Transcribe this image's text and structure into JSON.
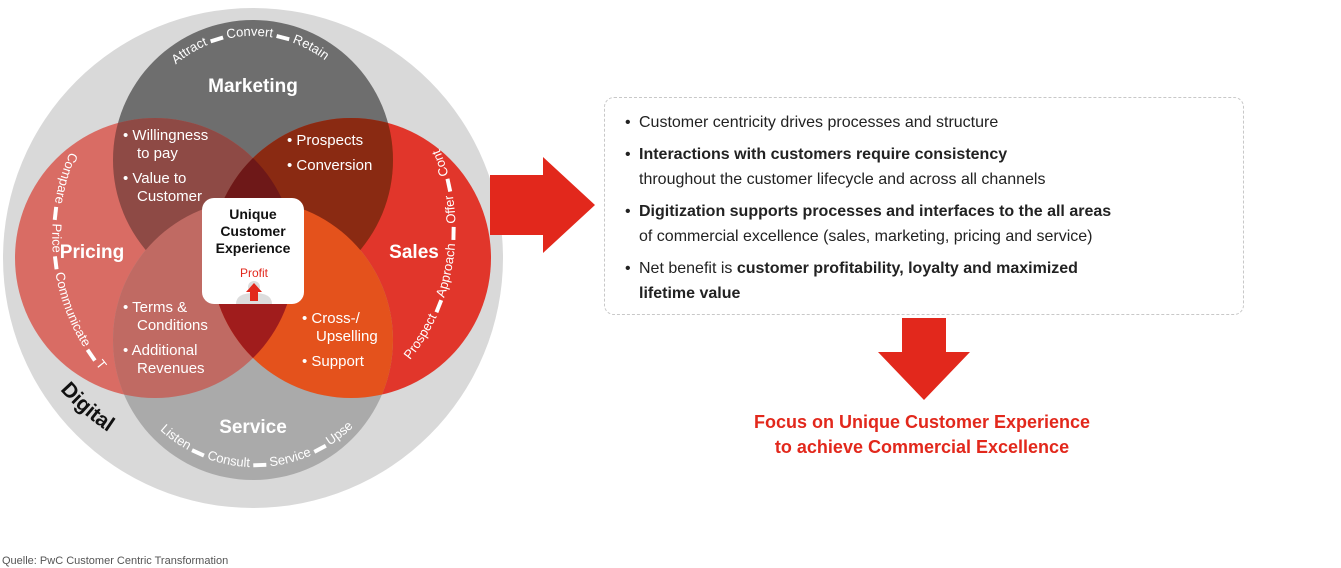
{
  "diagram": {
    "outer_label": "Digital",
    "center": {
      "title_lines": [
        "Unique",
        "Customer",
        "Experience"
      ],
      "sub": "Profit"
    },
    "marketing": {
      "title": "Marketing",
      "steps": [
        "Attract",
        "Convert",
        "Retain"
      ]
    },
    "pricing": {
      "title": "Pricing",
      "steps": [
        "Compare",
        "Price",
        "Communicate",
        "Track"
      ]
    },
    "sales": {
      "title": "Sales",
      "steps": [
        "Prospect",
        "Approach",
        "Offer",
        "Contract"
      ]
    },
    "service": {
      "title": "Service",
      "steps": [
        "Listen",
        "Consult",
        "Service",
        "Upsell"
      ]
    },
    "overlaps": {
      "marketing_pricing": [
        "• Willingness",
        "to pay",
        "• Value to",
        "Customer"
      ],
      "marketing_sales": [
        "• Prospects",
        "• Conversion"
      ],
      "pricing_service": [
        "• Terms &",
        "Conditions",
        "• Additional",
        "Revenues"
      ],
      "sales_service": [
        "• Cross-/",
        "Upselling",
        "• Support"
      ]
    },
    "colors": {
      "outer": "#d9d9d9",
      "marketing": "#6e6e6e",
      "pricing": "#d9635a",
      "sales": "#e2281c",
      "service": "#a6a6a6",
      "accent": "#e2281c"
    }
  },
  "info": {
    "b1": "Customer centricity drives processes and structure",
    "b2_bold": "Interactions with customers require consistency",
    "b2_rest": "throughout the customer lifecycle and across all channels",
    "b3_bold": "Digitization supports processes and interfaces to the all areas",
    "b3_rest": "of commercial excellence (sales, marketing, pricing and service)",
    "b4_pre": "Net benefit is ",
    "b4_bold": "customer profitability, loyalty and maximized",
    "b4_bold2": "lifetime value"
  },
  "conclusion": {
    "line1": "Focus on Unique Customer Experience",
    "line2": "to achieve Commercial Excellence"
  },
  "source": "Quelle: PwC Customer Centric Transformation"
}
